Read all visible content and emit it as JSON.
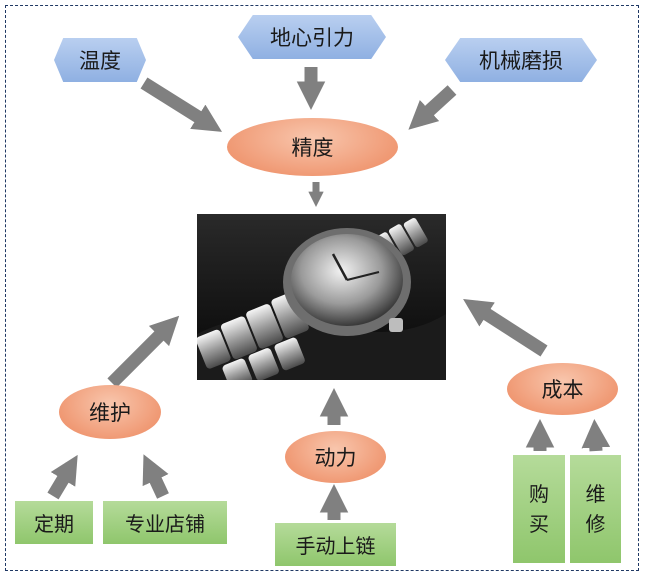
{
  "factors_top": {
    "temperature": "温度",
    "gravity": "地心引力",
    "wear": "机械磨损"
  },
  "center_top": "精度",
  "center_bottom": "动力",
  "left_node": "维护",
  "right_node": "成本",
  "left_leaves": {
    "scheduled": "定期",
    "specialty_store": "专业店铺"
  },
  "bottom_leaf": "手动上链",
  "right_leaves": {
    "purchase": [
      "购",
      "买"
    ],
    "repair": [
      "维",
      "修"
    ]
  },
  "colors": {
    "hex_fill": "#9ab9e8",
    "ellipse_fill": "#f09a75",
    "rect_fill": "#9fd07e",
    "arrow": "#808080",
    "frame": "#1f3864"
  },
  "icons": {
    "center_image": "wristwatch-photo"
  }
}
